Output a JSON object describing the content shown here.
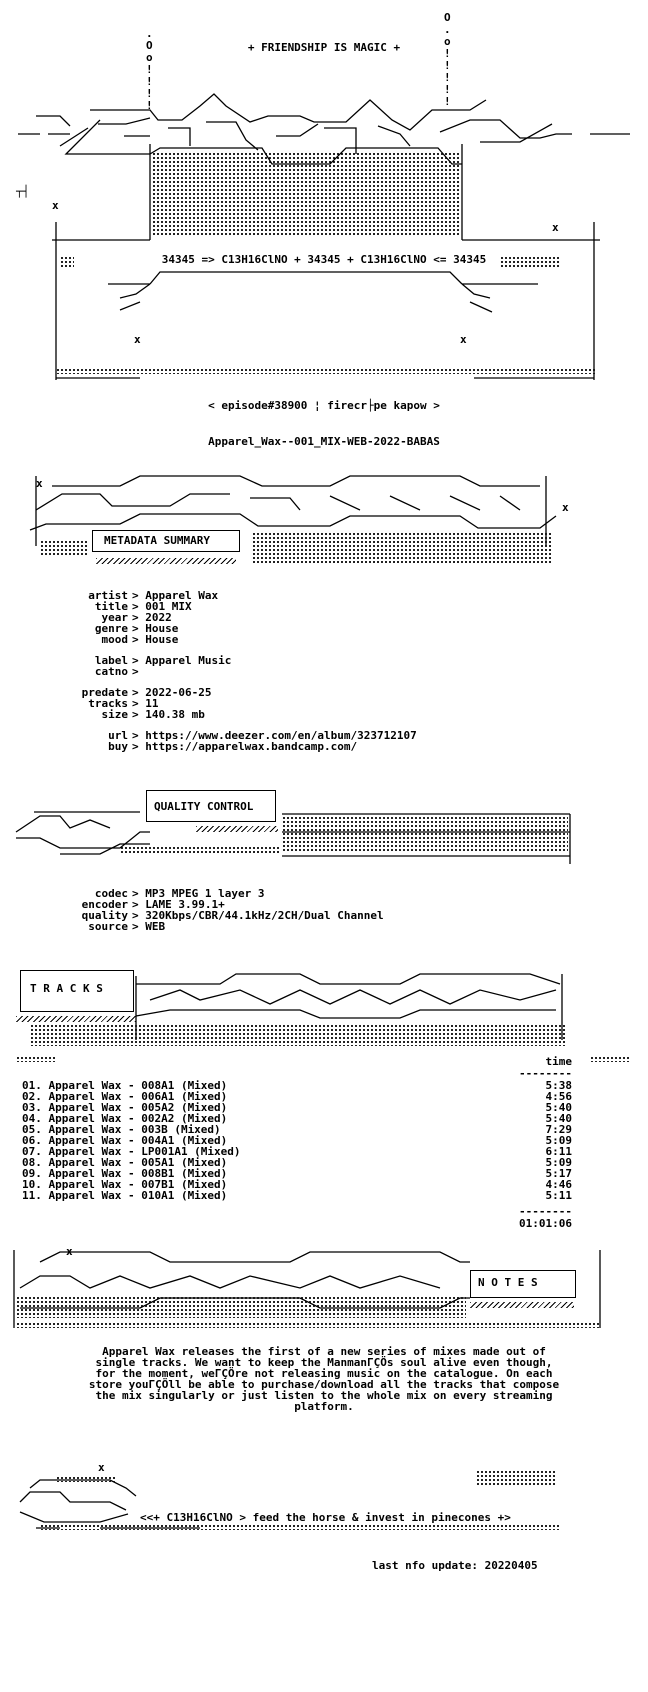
{
  "header": {
    "tagline": "+ FRIENDSHIP IS MAGIC +",
    "formula": "34345 => C13H16ClNO + 34345 + C13H16ClNO <= 34345",
    "episode": "< episode#38900 ¦ firecr├pe kapow >",
    "release": "Apparel_Wax--001_MIX-WEB-2022-BABAS"
  },
  "sections": {
    "metadata": "METADATA SUMMARY",
    "quality": "QUALITY CONTROL",
    "tracks": "T R A C K S",
    "notes": "N O T E S"
  },
  "metadata": [
    {
      "k": "artist",
      "v": "Apparel Wax"
    },
    {
      "k": "title",
      "v": "001 MIX"
    },
    {
      "k": "year",
      "v": "2022"
    },
    {
      "k": "genre",
      "v": "House"
    },
    {
      "k": "mood",
      "v": "House"
    },
    {
      "k": "label",
      "v": "Apparel Music"
    },
    {
      "k": "catno",
      "v": ""
    },
    {
      "k": "predate",
      "v": "2022-06-25"
    },
    {
      "k": "tracks",
      "v": "11"
    },
    {
      "k": "size",
      "v": "140.38 mb"
    },
    {
      "k": "url",
      "v": "https://www.deezer.com/en/album/323712107"
    },
    {
      "k": "buy",
      "v": "https://apparelwax.bandcamp.com/"
    }
  ],
  "quality": [
    {
      "k": "codec",
      "v": "MP3 MPEG 1 layer 3"
    },
    {
      "k": "encoder",
      "v": "LAME 3.99.1+"
    },
    {
      "k": "quality",
      "v": "320Kbps/CBR/44.1kHz/2CH/Dual Channel"
    },
    {
      "k": "source",
      "v": "WEB"
    }
  ],
  "tracklist": {
    "time_header": "time",
    "separator": "--------",
    "total": "01:01:06",
    "items": [
      {
        "n": "01. Apparel Wax - 008A1 (Mixed)",
        "t": "5:38"
      },
      {
        "n": "02. Apparel Wax - 006A1 (Mixed)",
        "t": "4:56"
      },
      {
        "n": "03. Apparel Wax - 005A2 (Mixed)",
        "t": "5:40"
      },
      {
        "n": "04. Apparel Wax - 002A2 (Mixed)",
        "t": "5:40"
      },
      {
        "n": "05. Apparel Wax - 003B (Mixed)",
        "t": "7:29"
      },
      {
        "n": "06. Apparel Wax - 004A1 (Mixed)",
        "t": "5:09"
      },
      {
        "n": "07. Apparel Wax - LP001A1 (Mixed)",
        "t": "6:11"
      },
      {
        "n": "08. Apparel Wax - 005A1 (Mixed)",
        "t": "5:09"
      },
      {
        "n": "09. Apparel Wax - 008B1 (Mixed)",
        "t": "5:17"
      },
      {
        "n": "10. Apparel Wax - 007B1 (Mixed)",
        "t": "4:46"
      },
      {
        "n": "11. Apparel Wax - 010A1 (Mixed)",
        "t": "5:11"
      }
    ]
  },
  "notes_text": [
    "Apparel Wax releases the first of a new series of mixes made out of",
    "single tracks. We want to keep the ManmanΓÇÖs soul alive even though,",
    "for the moment, weΓÇÖre not releasing music on the catalogue. On each",
    "store youΓÇÖll be able to purchase/download all the tracks that compose",
    "the mix singularly or just listen to the whole mix on every streaming",
    "platform."
  ],
  "footer": {
    "slogan": "<<+ C13H16ClNO > feed the horse & invest in pinecones +>",
    "update": "last nfo update: 20220405"
  }
}
